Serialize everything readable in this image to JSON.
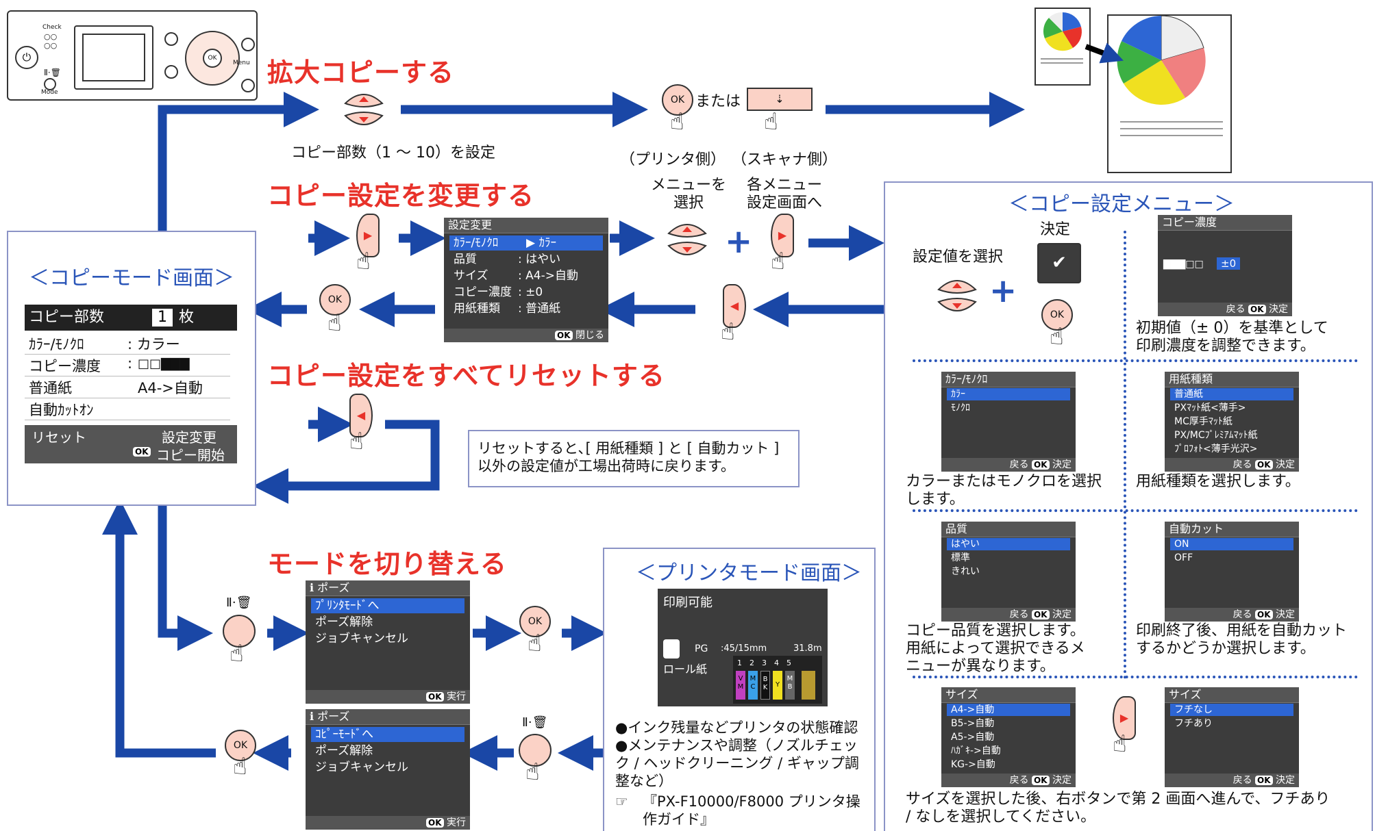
{
  "titles": {
    "enlarge": "拡大コピーする",
    "change": "コピー設定を変更する",
    "reset": "コピー設定をすべてリセットする",
    "switch_mode": "モードを切り替える"
  },
  "labels": {
    "copies_set": "コピー部数（1 ～ 10）を設定",
    "or": "または",
    "printer_side": "（プリンタ側）",
    "scanner_side": "（スキャナ側）",
    "menu_select": "メニューを\n選択",
    "each_menu": "各メニュー\n設定画面へ",
    "select_value": "設定値を選択",
    "decide": "決定"
  },
  "panel_labels": {
    "check": "Check",
    "mode": "Mode",
    "menu": "Menu"
  },
  "copy_mode_screen": {
    "title": "＜コピーモード画面＞",
    "rows": [
      {
        "label": "コピー部数",
        "value": "1",
        "unit": "枚"
      },
      {
        "label": "ｶﾗｰ/ﾓﾉｸﾛ",
        "value": ": カラー"
      },
      {
        "label": "コピー濃度",
        "value": ": "
      },
      {
        "label": "普通紙",
        "value": "A4->自動"
      },
      {
        "label": "自動ｶｯﾄｵﾝ",
        "value": ""
      }
    ],
    "footer_left": "リセット",
    "footer_right": "設定変更",
    "footer_ok": "OK",
    "footer_start": "コピー開始"
  },
  "settings_lcd": {
    "header": "設定変更",
    "rows": [
      {
        "label": "ｶﾗｰ/ﾓﾉｸﾛ",
        "value": "▶ ｶﾗｰ"
      },
      {
        "label": "品質",
        "value": ":  はやい"
      },
      {
        "label": "サイズ",
        "value": ":  A4->自動"
      },
      {
        "label": "コピー濃度",
        "value": ":  ±0"
      },
      {
        "label": "用紙種類",
        "value": ":  普通紙"
      }
    ],
    "footer": "閉じる",
    "ok": "OK"
  },
  "reset_note": "リセットすると､[ 用紙種類 ] と [ 自動カット ]\n以外の設定値が工場出荷時に戻ります。",
  "pause_lcd_1": {
    "header": "ポーズ",
    "items": [
      "ﾌﾟﾘﾝﾀﾓｰﾄﾞへ",
      "ポーズ解除",
      "ジョブキャンセル"
    ],
    "footer": "実行",
    "ok": "OK"
  },
  "pause_lcd_2": {
    "header": "ポーズ",
    "items": [
      "ｺﾋﾟｰﾓｰﾄﾞへ",
      "ポーズ解除",
      "ジョブキャンセル"
    ],
    "footer": "実行",
    "ok": "OK"
  },
  "printer_mode": {
    "title": "＜プリンタモード画面＞",
    "status": "印刷可能",
    "roll": "ロール紙",
    "counter": ":45/15mm",
    "length": "31.8m",
    "pg": "PG",
    "ink_numbers": [
      "1",
      "2",
      "3",
      "4",
      "5"
    ],
    "ink_letters": [
      "V\nM",
      "M\nC",
      "B\nK",
      "Y",
      "M\nB"
    ],
    "notes": [
      "インク残量などプリンタの状態確認",
      "メンテナンスや調整（ノズルチェック / ヘッドクリーニング / ギャップ調整など）"
    ],
    "ref": "『PX-F10000/F8000 プリンタ操作ガイド』"
  },
  "copy_menu": {
    "title": "＜コピー設定メニュー＞",
    "density": {
      "header": "コピー濃度",
      "value": "±0",
      "footer": "戻る",
      "ok": "OK",
      "ok_label": "決定",
      "desc": "初期値（± 0）を基準として\n印刷濃度を調整できます。"
    },
    "color": {
      "header": "ｶﾗｰ/ﾓﾉｸﾛ",
      "items": [
        "ｶﾗｰ",
        "ﾓﾉｸﾛ"
      ],
      "desc": "カラーまたはモノクロを選択\nします。"
    },
    "paper": {
      "header": "用紙種類",
      "items": [
        "普通紙",
        "PXﾏｯﾄ紙<薄手>",
        "MC厚手ﾏｯﾄ紙",
        "PX/MCﾌﾟﾚﾐｱﾑﾏｯﾄ紙",
        "ﾌﾟﾛﾌｫﾄ<薄手光沢>"
      ],
      "desc": "用紙種類を選択します。"
    },
    "quality": {
      "header": "品質",
      "items": [
        "はやい",
        "標準",
        "きれい"
      ],
      "desc": "コピー品質を選択します。\n用紙によって選択できるメ\nニューが異なります。"
    },
    "autocut": {
      "header": "自動カット",
      "items": [
        "ON",
        "OFF"
      ],
      "desc": "印刷終了後、用紙を自動カット\nするかどうか選択します。"
    },
    "size": {
      "header": "サイズ",
      "items": [
        "A4->自動",
        "B5->自動",
        "A5->自動",
        "ﾊｶﾞｷ->自動",
        "KG->自動"
      ]
    },
    "border": {
      "header": "サイズ",
      "items": [
        "フチなし",
        "フチあり"
      ]
    },
    "size_desc": "サイズを選択した後、右ボタンで第 2 画面へ進んで、フチあり\n/ なしを選択してください。",
    "footer_back": "戻る",
    "footer_ok": "OK",
    "footer_decide": "決定"
  },
  "colors": {
    "blue": "#1a47a6",
    "red": "#e8322a",
    "box_border": "#8b93c6",
    "lcd_bg": "#3c3c3c",
    "lcd_sel": "#2d66d4"
  }
}
